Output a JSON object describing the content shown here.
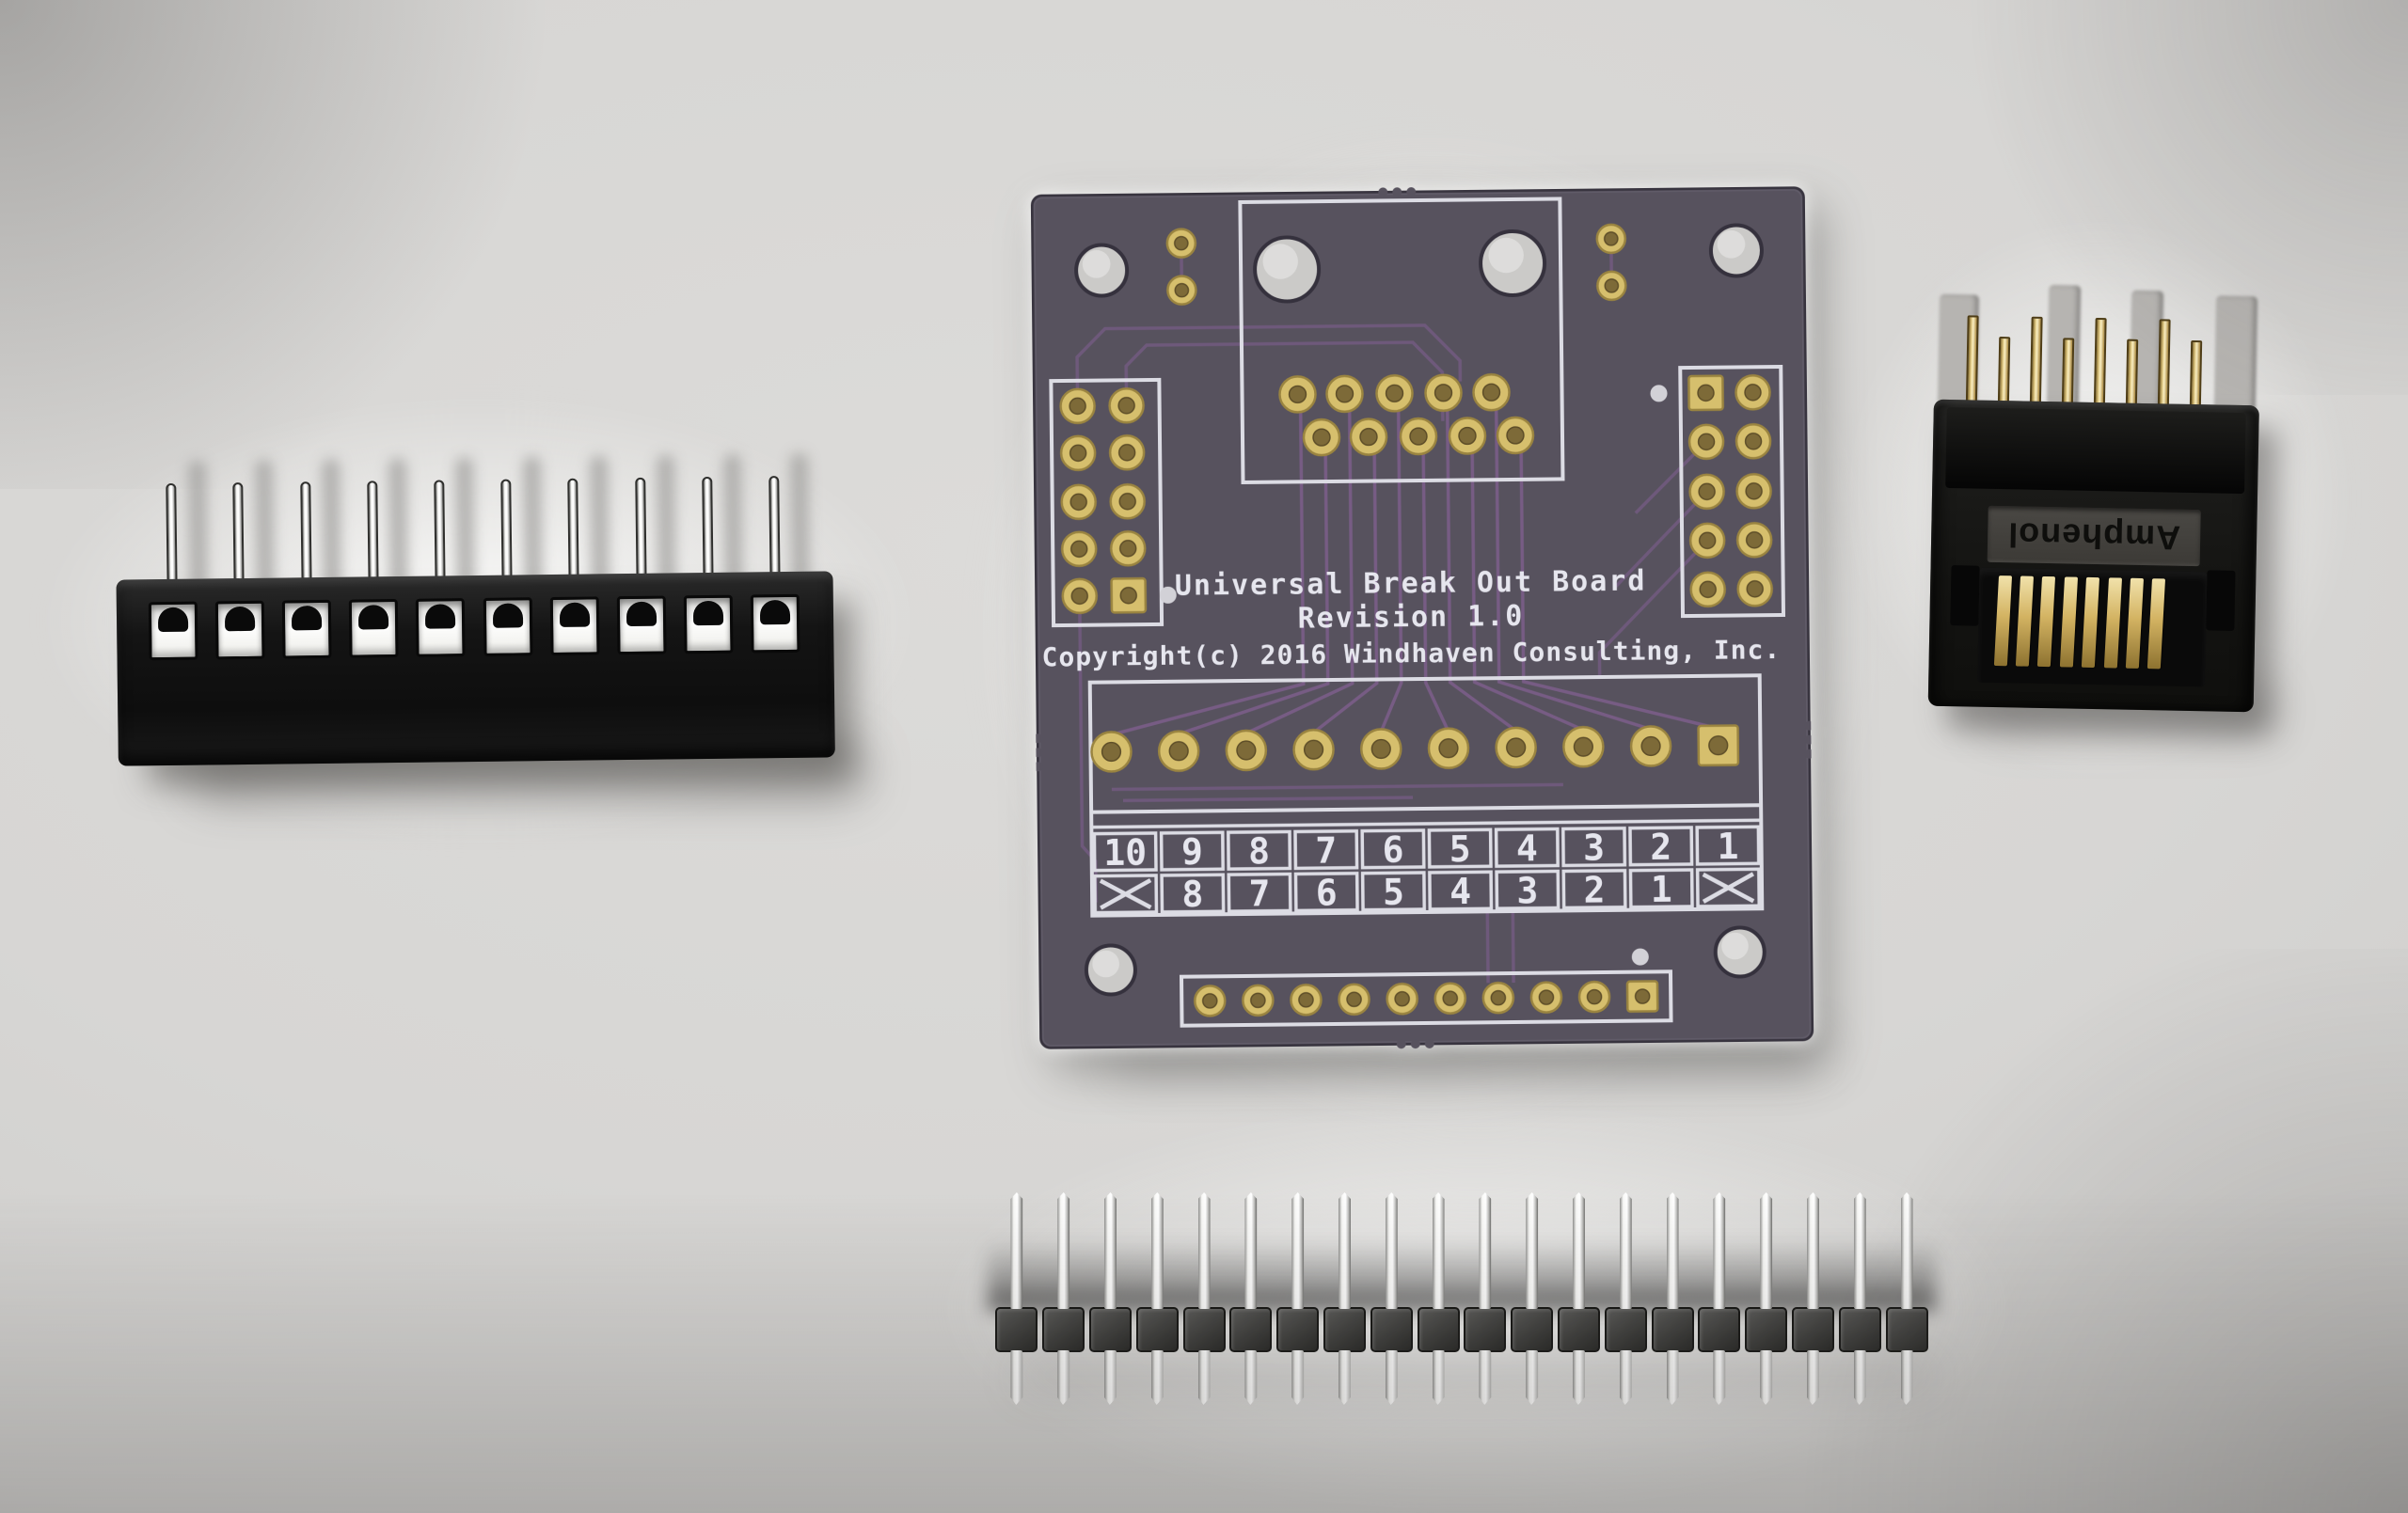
{
  "pcb": {
    "silkscreen": {
      "title": "Universal Break Out Board",
      "revision": "Revision 1.0",
      "copyright": "Copyright(c) 2016 Windhaven Consulting, Inc."
    },
    "grid": {
      "row1": [
        "10",
        "9",
        "8",
        "7",
        "6",
        "5",
        "4",
        "3",
        "2",
        "1"
      ],
      "row2": [
        "✕",
        "8",
        "7",
        "6",
        "5",
        "4",
        "3",
        "2",
        "1",
        "✕"
      ]
    },
    "pads": {
      "terminal_row": 10,
      "bottom_row": 10,
      "left_array": {
        "cols": 2,
        "rows": 5
      },
      "right_array": {
        "cols": 2,
        "rows": 5
      },
      "rj45_footprint": {
        "top_row": 5,
        "bottom_row": 5
      },
      "top_pad_pairs": 2,
      "mount_holes": 4,
      "rj45_posts": 2
    }
  },
  "terminal_block": {
    "positions": 10
  },
  "rj45": {
    "brand": "Amphenol",
    "top_pins": 8,
    "contact_fingers": 8
  },
  "pin_header": {
    "pins": 20
  },
  "colors": {
    "background": "#d6d5d3",
    "pcb_body": "#57525e",
    "pcb_trace": "#7b5e89",
    "silkscreen": "#e3e3eb",
    "pad_gold": "#d6bf6d",
    "pad_hole": "#7d6a38",
    "mount_hole": "#cbcac8",
    "connector_black": "#141414",
    "pin_silver": "#f4f4f2",
    "rj45_gold": "#d3b362"
  }
}
